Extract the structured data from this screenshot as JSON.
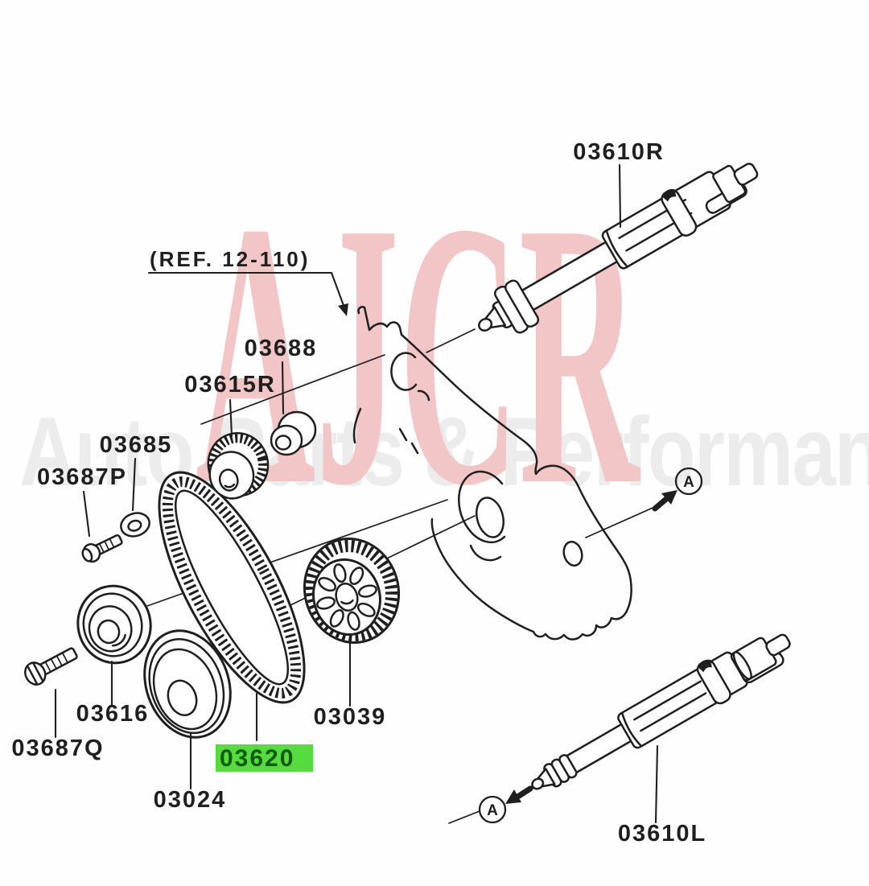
{
  "watermark": {
    "brand": "AJCR",
    "tagline": "Auto Parts & Performance",
    "brand_color": "#f2c6c6",
    "tagline_color": "#ececec"
  },
  "diagram": {
    "ink_color": "#1f1f1f",
    "background": "#ffffff",
    "reference_note": "(REF. 12-110)",
    "highlight": {
      "part": "03620",
      "color": "#57dc40",
      "text_color": "#0f5a10"
    },
    "parts": {
      "balance_shaft_right": "03610R",
      "spacer": "03688",
      "sprocket_right": "03615R",
      "washer": "03685",
      "bolt_p": "03687P",
      "tensioner_pulley": "03616",
      "bolt_q": "03687Q",
      "crank_sprocket": "03024",
      "timing_belt": "03620",
      "oil_pump_sprocket": "03039",
      "balance_shaft_left": "03610L"
    },
    "view_marker": "A"
  }
}
